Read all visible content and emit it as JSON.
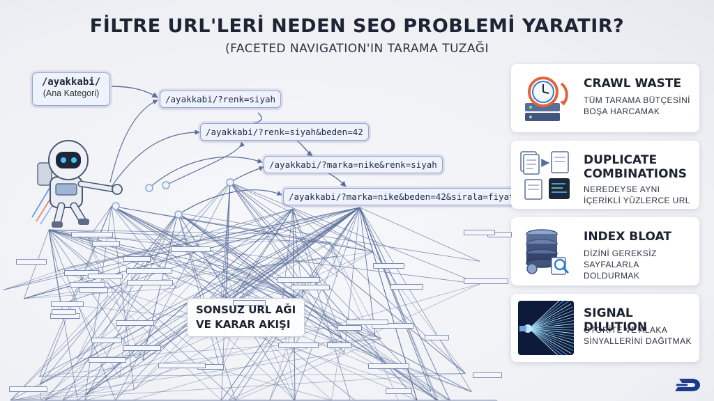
{
  "header": {
    "title": "FİLTRE URL'LERİ NEDEN SEO PROBLEMİ YARATIR?",
    "subtitle": "(FACETED NAVIGATION'IN TARAMA TUZAĞI"
  },
  "root": {
    "path": "/ayakkabi/",
    "label": "(Ana Kategori)"
  },
  "url_chain": [
    "/ayakkabi/?renk=siyah",
    "/ayakkabi/?renk=siyah&beden=42",
    "/ayakkabi/?marka=nike&renk=siyah",
    "/ayakkabi/?marka=nike&beden=42&sirala=fiyat"
  ],
  "center_label": {
    "line1": "SONSUZ URL AĞI",
    "line2": "VE KARAR AKIŞI"
  },
  "cards": [
    {
      "title": "CRAWL WASTE",
      "desc": "TÜM TARAMA BÜTÇESİNİ BOŞA HARCAMAK",
      "icon": "server-clock-icon"
    },
    {
      "title": "DUPLICATE COMBINATIONS",
      "desc": "NEREDEYSE AYNI İÇERİKLİ YÜZLERCE URL",
      "icon": "duplicate-documents-icon"
    },
    {
      "title": "INDEX BLOAT",
      "desc": "DİZİNİ GEREKSİZ SAYFALARLA DOLDURMAK",
      "icon": "database-magnifier-icon"
    },
    {
      "title": "SIGNAL DILUTION",
      "desc": "OTORİTE VE ALAKA SİNYALLERİNİ DAĞITMAK",
      "icon": "fiber-optic-beam-icon"
    }
  ],
  "colors": {
    "line": "#5a6e9a",
    "node_border": "#8da6cf",
    "accent_orange": "#e2633a",
    "accent_blue": "#2a7fd4"
  },
  "icons": {
    "robot": "robot-jetpack-icon",
    "logo": "brand-logo-icon"
  }
}
